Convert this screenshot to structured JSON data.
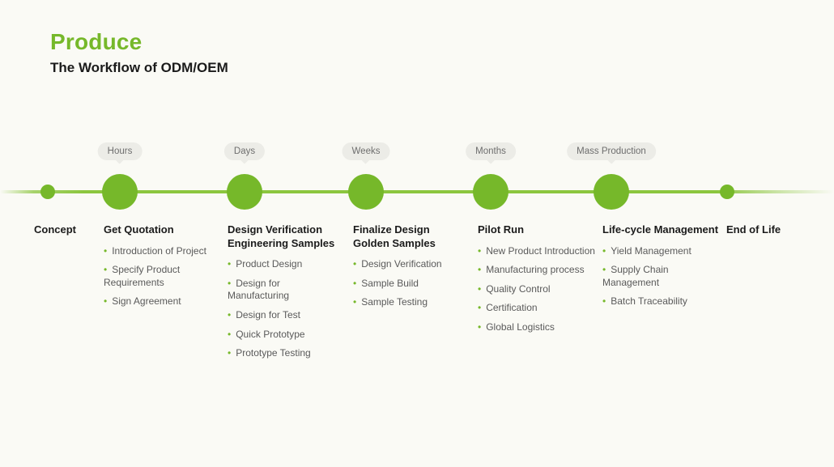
{
  "page": {
    "title": "Produce",
    "subtitle": "The Workflow of ODM/OEM"
  },
  "colors": {
    "accent_green": "#76b82a",
    "line_green": "#8cc63f",
    "tooltip_bg": "#ecece7",
    "tooltip_text": "#6e6e6e",
    "heading_text": "#1b1b1b",
    "body_text": "#5a5a5a",
    "background": "#fafaf5"
  },
  "timeline": {
    "stages": [
      {
        "title": "Concept",
        "node": "small",
        "tooltip": "",
        "bullets": []
      },
      {
        "title": "Get Quotation",
        "node": "large",
        "tooltip": "Hours",
        "bullets": [
          "Introduction of Project",
          "Specify Product Requirements",
          "Sign Agreement"
        ]
      },
      {
        "title": "Design Verification Engineering Samples",
        "node": "large",
        "tooltip": "Days",
        "bullets": [
          "Product Design",
          "Design for Manufacturing",
          "Design for Test",
          "Quick Prototype",
          "Prototype Testing"
        ]
      },
      {
        "title": "Finalize Design Golden Samples",
        "node": "large",
        "tooltip": "Weeks",
        "bullets": [
          "Design Verification",
          "Sample Build",
          "Sample Testing"
        ]
      },
      {
        "title": "Pilot Run",
        "node": "large",
        "tooltip": "Months",
        "bullets": [
          "New Product Introduction",
          "Manufacturing process",
          "Quality Control",
          "Certification",
          "Global Logistics"
        ]
      },
      {
        "title": "Life-cycle Management",
        "node": "large",
        "tooltip": "Mass Production",
        "bullets": [
          "Yield Management",
          "Supply Chain Management",
          "Batch Traceability"
        ]
      },
      {
        "title": "End of Life",
        "node": "small",
        "tooltip": "",
        "bullets": []
      }
    ]
  }
}
